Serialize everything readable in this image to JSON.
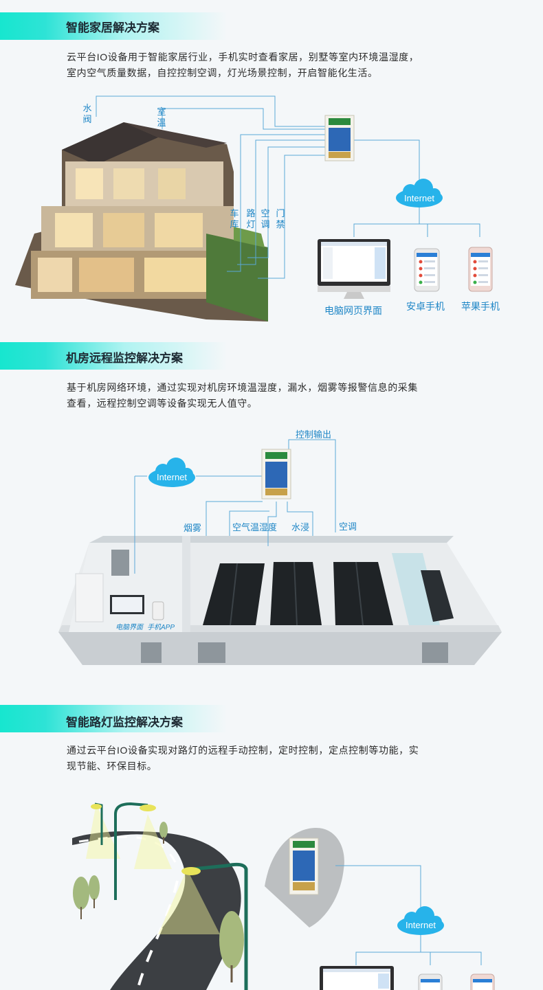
{
  "sections": [
    {
      "title": "智能家居解决方案",
      "description_line1": "云平台IO设备用于智能家居行业，手机实时查看家居，别墅等室内环境温湿度，",
      "description_line2": "室内空气质量数据，自控控制空调，灯光场景控制，开启智能化生活。",
      "labels": {
        "water_valve": [
          "水",
          "阀"
        ],
        "room_temp": [
          "室",
          "温"
        ],
        "garage": [
          "车",
          "库"
        ],
        "street_light": [
          "路",
          "灯"
        ],
        "ac": [
          "空",
          "调"
        ],
        "access": [
          "门",
          "禁"
        ]
      },
      "internet": "Internet",
      "captions": {
        "pc": "电脑网页界面",
        "android": "安卓手机",
        "apple": "苹果手机"
      }
    },
    {
      "title": "机房远程监控解决方案",
      "description_line1": "基于机房网络环境，通过实现对机房环境温湿度，漏水，烟雾等报警信息的采集",
      "description_line2": "查看，远程控制空调等设备实现无人值守。",
      "internet": "Internet",
      "labels": {
        "control_output": "控制输出",
        "smoke": "烟雾",
        "air_th": "空气温湿度",
        "water": "水浸",
        "ac": "空调",
        "pc_ui": "电脑界面",
        "app": "手机APP"
      }
    },
    {
      "title": "智能路灯监控解决方案",
      "description_line1": "通过云平台IO设备实现对路灯的远程手动控制，定时控制，定点控制等功能，实",
      "description_line2": "现节能、环保目标。",
      "internet": "Internet"
    }
  ],
  "colors": {
    "accent": "#17e6cf",
    "line": "#5aa8d8",
    "label": "#1e86c6",
    "cloud": "#27b3ea"
  },
  "icons": [
    "cloud-icon",
    "io-device-icon",
    "monitor-icon",
    "phone-icon",
    "house-illustration",
    "server-room-illustration",
    "road-illustration",
    "street-lamp-icon",
    "tree-icon"
  ]
}
